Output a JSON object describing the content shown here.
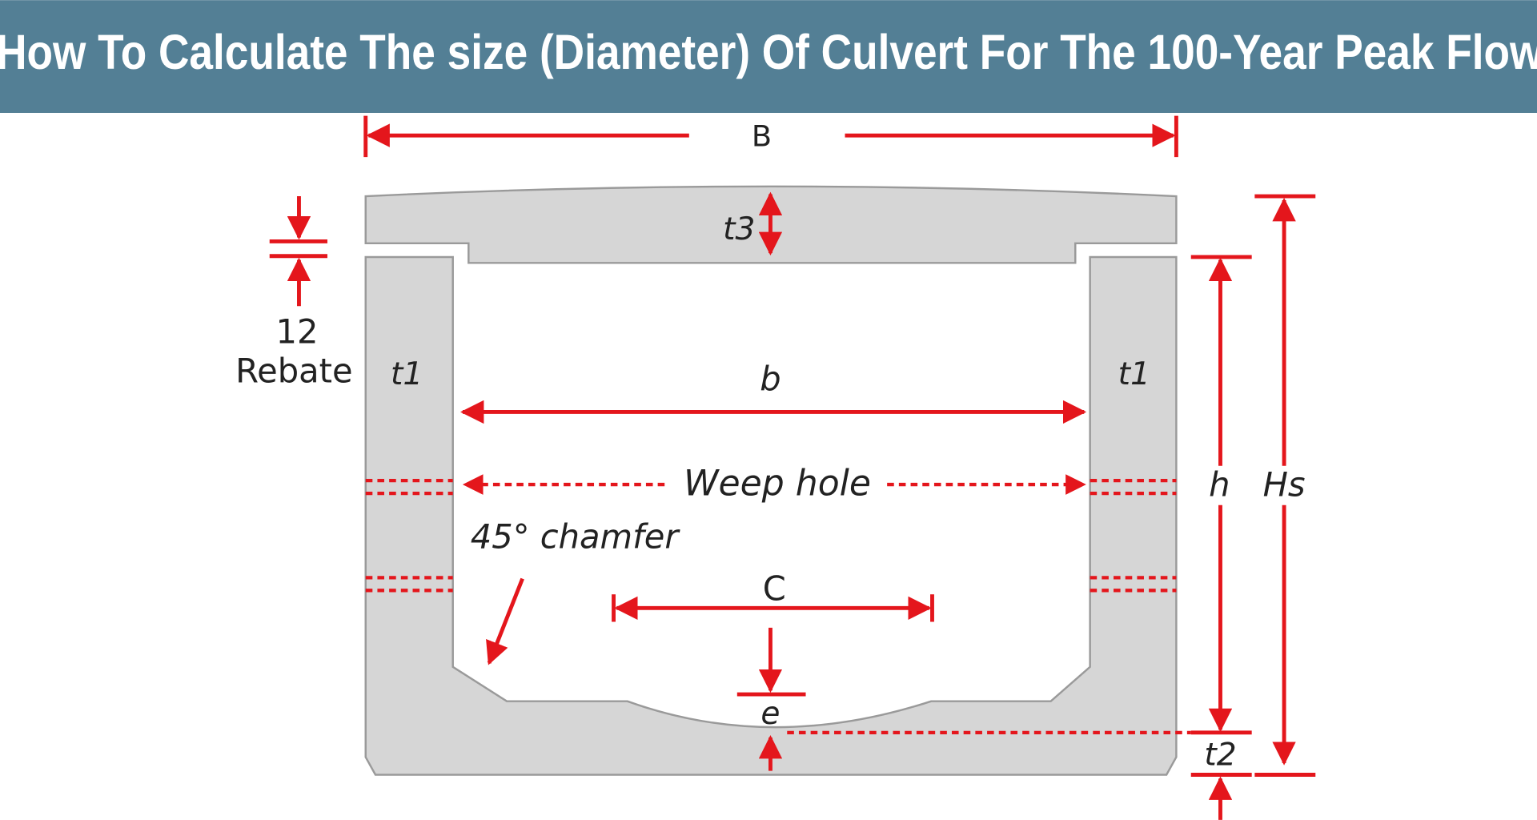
{
  "header": {
    "title": "How To Calculate The size (Diameter) Of Culvert For The 100-Year Peak Flow",
    "background": "#537f95"
  },
  "diagram": {
    "accent_color": "#e4161c",
    "labels": {
      "B": "B",
      "t3": "t3",
      "rebate_value": "12",
      "rebate": "Rebate",
      "t1_left": "t1",
      "t1_right": "t1",
      "b": "b",
      "weep_hole": "Weep hole",
      "chamfer": "45° chamfer",
      "C": "C",
      "e": "e",
      "h": "h",
      "Hs": "Hs",
      "t2": "t2"
    }
  }
}
